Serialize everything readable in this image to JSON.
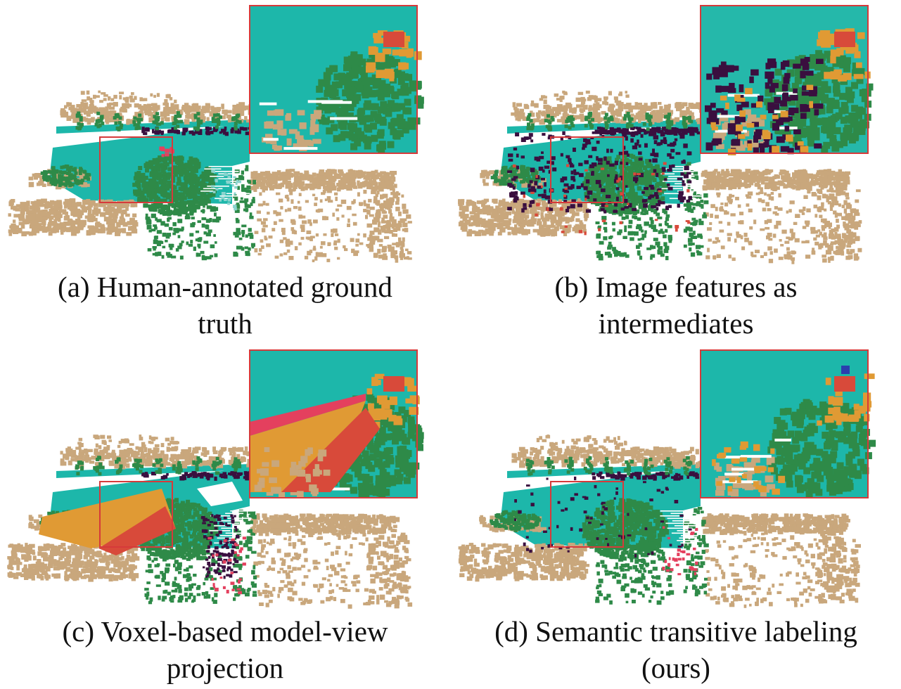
{
  "figure": {
    "panels": [
      {
        "id": "a",
        "caption_line1": "(a) Human-annotated ground",
        "caption_line2": "truth",
        "variant": "gt"
      },
      {
        "id": "b",
        "caption_line1": "(b) Image features as",
        "caption_line2": "intermediates",
        "variant": "image"
      },
      {
        "id": "c",
        "caption_line1": "(c) Voxel-based model-view",
        "caption_line2": "projection",
        "variant": "voxel"
      },
      {
        "id": "d",
        "caption_line1": "(d) Semantic transitive labeling",
        "caption_line2": "(ours)",
        "variant": "ours"
      }
    ],
    "colors": {
      "ground": "#1db7aa",
      "building": "#c9a77c",
      "vegetation": "#2e8a48",
      "dark_purple": "#3a0f3f",
      "orange": "#e09a34",
      "red": "#d84a3a",
      "pink": "#e4405e",
      "inset_border": "#d63a3a"
    }
  }
}
